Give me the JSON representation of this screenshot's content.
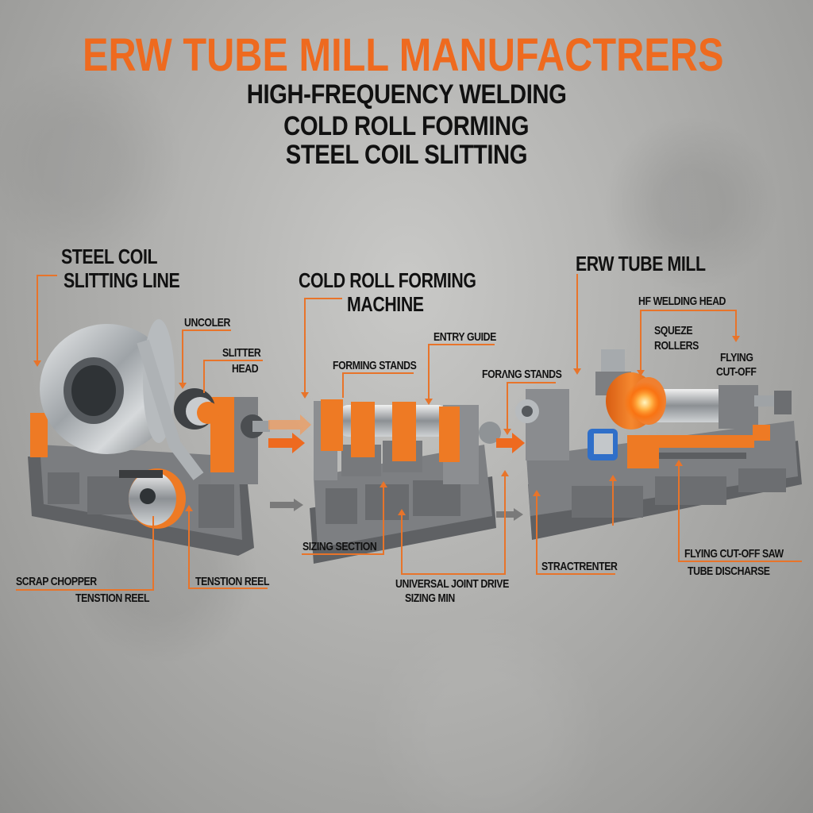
{
  "header": {
    "title": "ERW TUBE MILL MANUFACTRERS",
    "subtitles": [
      "HIGH-FREQUENCY WELDING",
      "COLD ROLL FORMING",
      "STEEL COIL SLITTING"
    ]
  },
  "colors": {
    "accent_orange": "#ee6a1f",
    "leader_line": "#e8742a",
    "machine_gray": "#6e7073",
    "text_dark": "#111111",
    "background": "#b8b8b6"
  },
  "sections": [
    {
      "id": "slitting",
      "title_lines": [
        "STEEL COIL",
        "SLITTING LINE"
      ],
      "labels": [
        "UNCOLER",
        "SLITTER",
        "HEAD",
        "SCRAP CHOPPER",
        "TENSTION REEL",
        "TENSTION REEL"
      ]
    },
    {
      "id": "forming",
      "title_lines": [
        "COLD ROLL FORMING",
        "MACHINE"
      ],
      "labels": [
        "ENTRY GUIDE",
        "FORMING STANDS",
        "FORΛNG STANDS",
        "SIZING SECTION",
        "UNIVERSAL JOINT DRIVE",
        "SIZING MIN"
      ]
    },
    {
      "id": "erw",
      "title_lines": [
        "ERW TUBE MILL"
      ],
      "labels": [
        "HF WELDING HEAD",
        "SQUEZE",
        "ROLLERS",
        "FLYING",
        "CUT-OFF",
        "STRACTRENTER",
        "FLYING CUT-OFF SAW",
        "TUBE DISCHARSE"
      ]
    }
  ],
  "flow_arrows": [
    {
      "from": "slitting",
      "to": "forming",
      "colors": [
        "#f29a5a",
        "#ee6a1f",
        "#7a7a7a"
      ]
    },
    {
      "from": "forming",
      "to": "erw",
      "colors": [
        "#ee6a1f",
        "#7a7a7a"
      ]
    }
  ]
}
